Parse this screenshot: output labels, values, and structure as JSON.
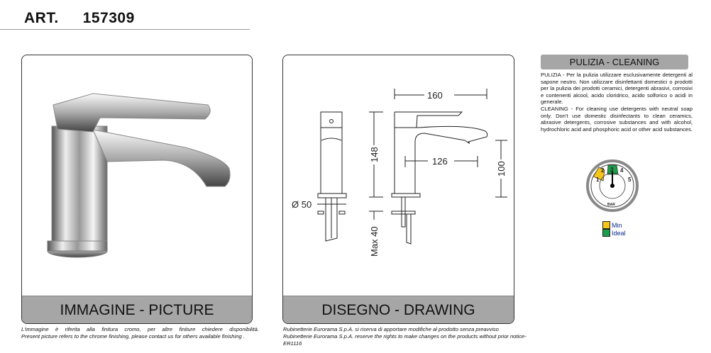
{
  "header": {
    "art_label": "ART.",
    "article_number": "157309"
  },
  "picture_panel": {
    "caption": "IMMAGINE - PICTURE"
  },
  "drawing_panel": {
    "caption": "DISEGNO - DRAWING",
    "dimensions": {
      "width": "160",
      "height": "148",
      "spout_reach": "126",
      "spout_height": "100",
      "base_diameter": "Ø 50",
      "max_thickness": "Max 40"
    }
  },
  "cleaning": {
    "title": "PULIZIA - CLEANING",
    "text_it": "PULIZIA - Per la pulizia utilizzare esclusivamente detergenti al sapone neutro. Non utilizzare disinfettanti domestici o prodotti per la pulizia dei prodotti ceramici, detergenti abrasivi, corrosivi e contenenti alcool, acido cloridrico, acido solforico o acidi in generale.",
    "text_en": "CLEANING - For cleaning use detergents with neutral soap only. Don't use domestic disinfectants to clean ceramics, abrasive detergents, corrosive substances and with alcohol, hydrochloric acid and phosphoric acid or other acid substances."
  },
  "gauge": {
    "labels": [
      "1",
      "2",
      "3",
      "4",
      "5"
    ],
    "unit": "BAR",
    "min_value": 1,
    "ideal_value": 3,
    "legend": [
      {
        "label": "Min",
        "color": "#f5c518"
      },
      {
        "label": "Ideal",
        "color": "#1a9e4a"
      }
    ]
  },
  "footer": {
    "picture_note_it": "L'immagine è riferita alla finitura cromo, per altre finiture chiedere disponibilità.",
    "picture_note_en": "Present picture refers to the chrome finishing, please contact us for others available finishing .",
    "rights_it": "Rubinetterie Eurorama S.p.A. si riserva di apportare modifiche al prodotto senza preavviso",
    "rights_en": "Rubinetterie Eurorama S.p.A. reserve the rights to make changes on the products without prior notice-ER1116"
  }
}
